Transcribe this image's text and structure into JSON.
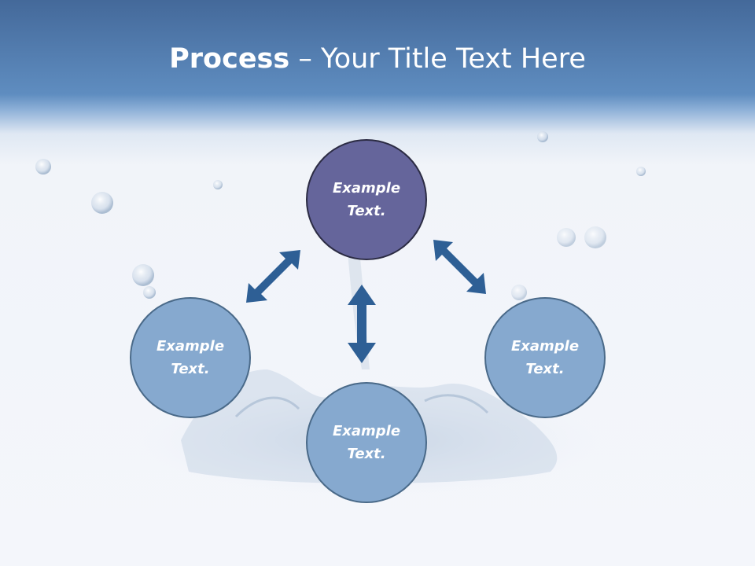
{
  "slide": {
    "title_bold": "Process",
    "title_rest": " – Your Title Text Here"
  },
  "nodes": {
    "top": "Example Text.",
    "left": "Example Text.",
    "right": "Example Text.",
    "bottom": "Example Text."
  },
  "colors": {
    "top_circle": "#65659b",
    "side_circles": "#86a9cf",
    "arrows": "#2e5f95",
    "header": "#5f8dc0"
  }
}
